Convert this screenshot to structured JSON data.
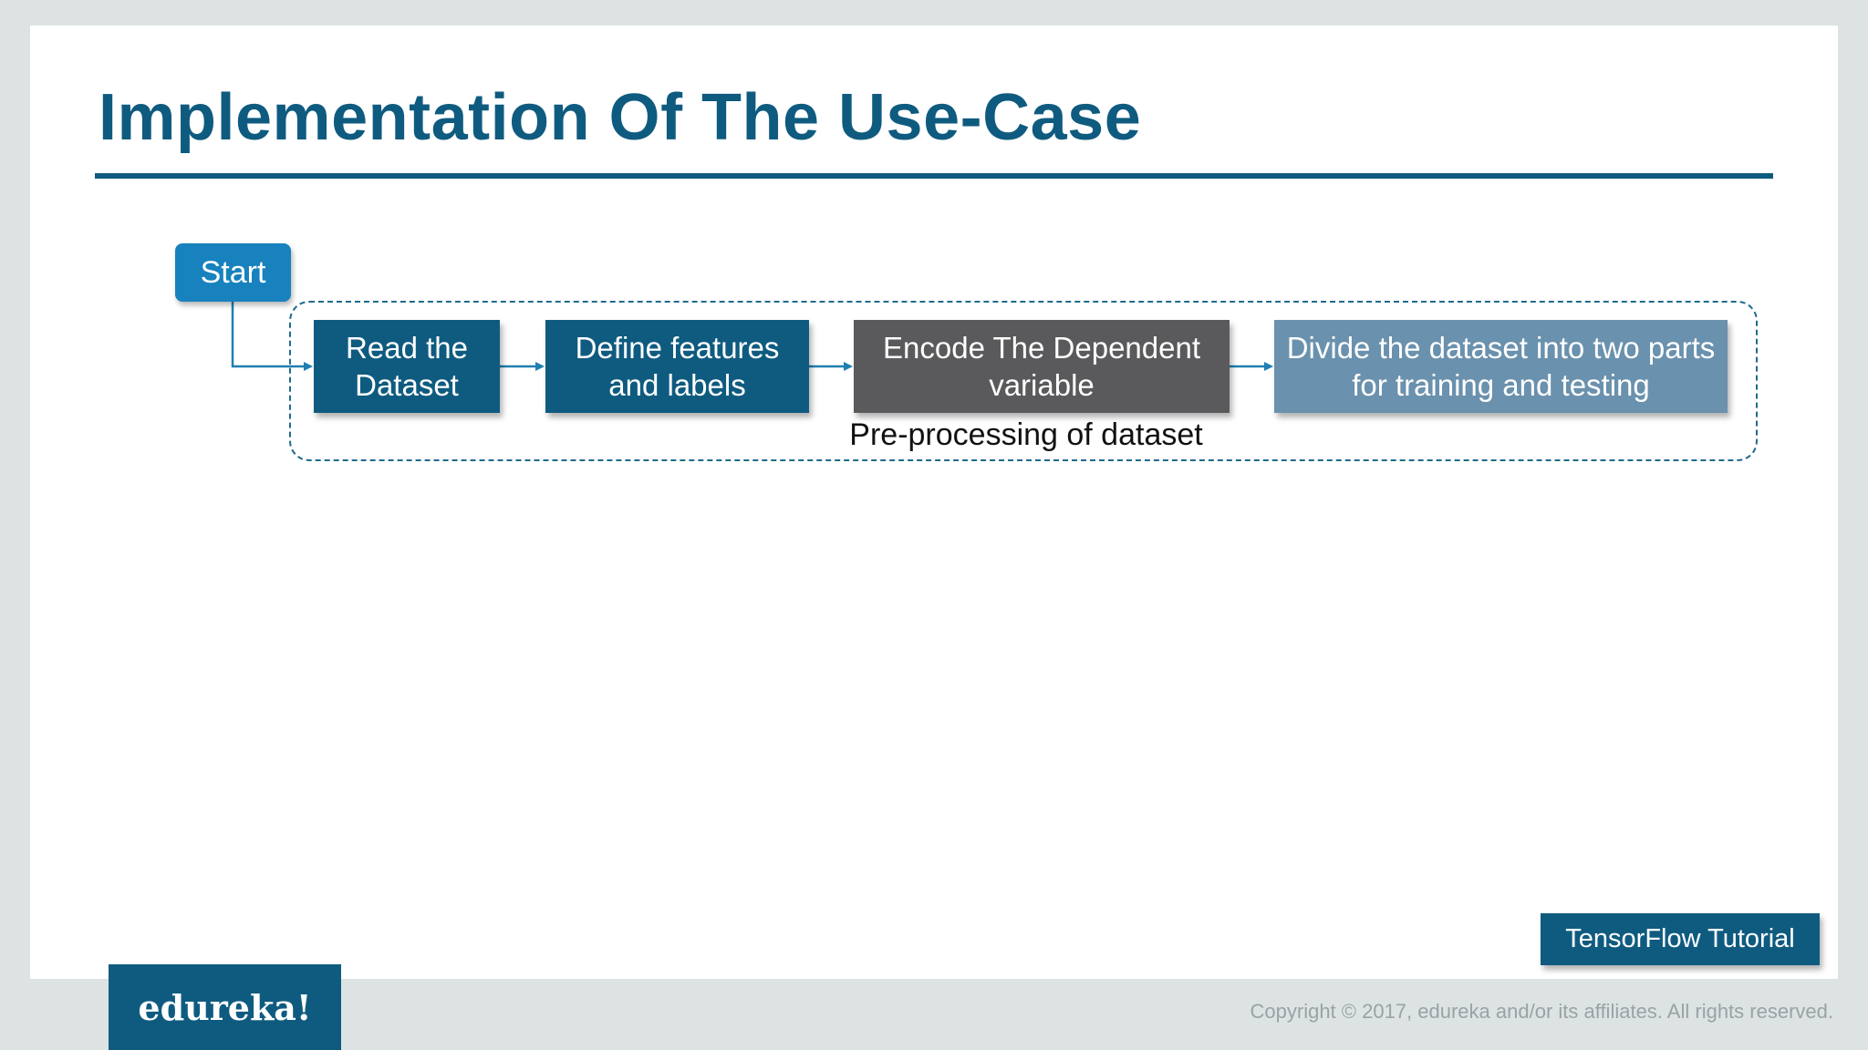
{
  "slide": {
    "title": "Implementation Of The Use-Case"
  },
  "flowchart": {
    "start_label": "Start",
    "group_label": "Pre-processing of dataset",
    "steps": [
      {
        "label": "Read the Dataset",
        "color": "#0f5b80"
      },
      {
        "label": "Define features and labels",
        "color": "#0f5b80"
      },
      {
        "label": "Encode The Dependent variable",
        "color": "#5a5a5c"
      },
      {
        "label": "Divide the dataset into two parts for training and testing",
        "color": "#6a91ad"
      }
    ]
  },
  "footer": {
    "course_tag": "TensorFlow Tutorial",
    "logo_text": "edureka!",
    "copyright": "Copyright © 2017, edureka and/or its affiliates. All rights reserved."
  },
  "colors": {
    "brand_blue": "#0f5b80",
    "start_blue": "#1782bd",
    "connector": "#1f7fb0",
    "background": "#dde3e3"
  }
}
